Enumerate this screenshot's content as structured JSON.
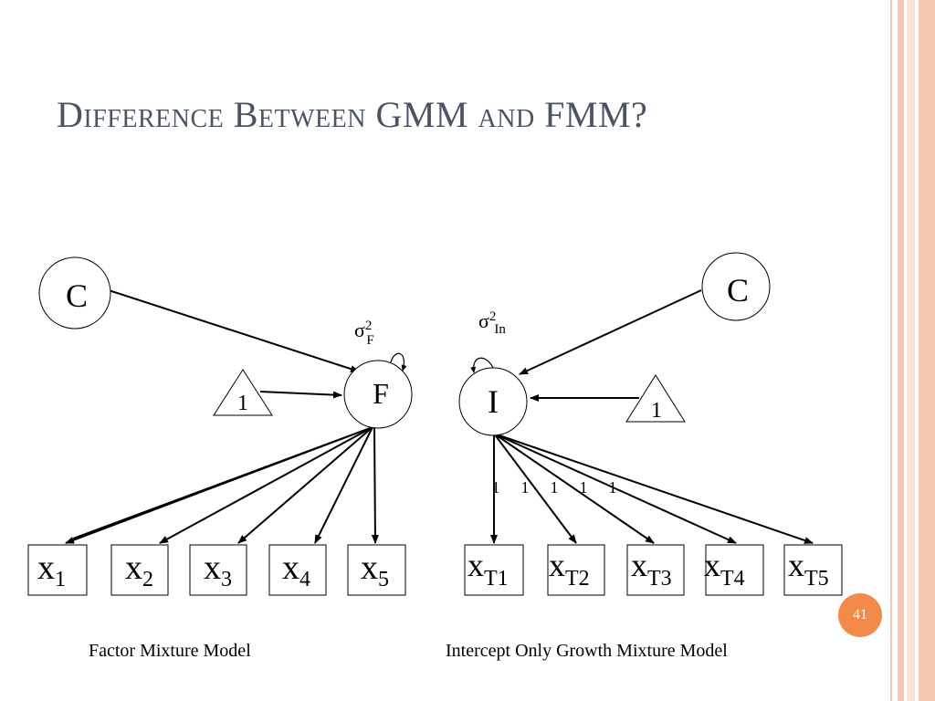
{
  "slide": {
    "title": "Difference Between GMM and FMM?",
    "page_number": "41",
    "colors": {
      "title": "#4a5466",
      "stripe": "#f6c9b2",
      "stripe_light": "#fbe4d7",
      "badge": "#f28a4a"
    }
  },
  "diagrams": {
    "fmm": {
      "caption": "Factor Mixture Model",
      "class_node": "C",
      "factor_node": "F",
      "constant": "1",
      "variance": {
        "symbol": "σ",
        "power": "2",
        "subscript": "F"
      },
      "indicators": [
        {
          "base": "x",
          "sub": "1"
        },
        {
          "base": "x",
          "sub": "2"
        },
        {
          "base": "x",
          "sub": "3"
        },
        {
          "base": "x",
          "sub": "4"
        },
        {
          "base": "x",
          "sub": "5"
        }
      ]
    },
    "gmm": {
      "caption": "Intercept Only Growth Mixture Model",
      "class_node": "C",
      "intercept_node": "I",
      "constant": "1",
      "variance": {
        "symbol": "σ",
        "power": "2",
        "subscript": "In"
      },
      "loadings": [
        "1",
        "1",
        "1",
        "1",
        "1"
      ],
      "indicators": [
        {
          "base": "x",
          "sub": "T1"
        },
        {
          "base": "x",
          "sub": "T2"
        },
        {
          "base": "x",
          "sub": "T3"
        },
        {
          "base": "x",
          "sub": "T4"
        },
        {
          "base": "x",
          "sub": "T5"
        }
      ]
    }
  }
}
